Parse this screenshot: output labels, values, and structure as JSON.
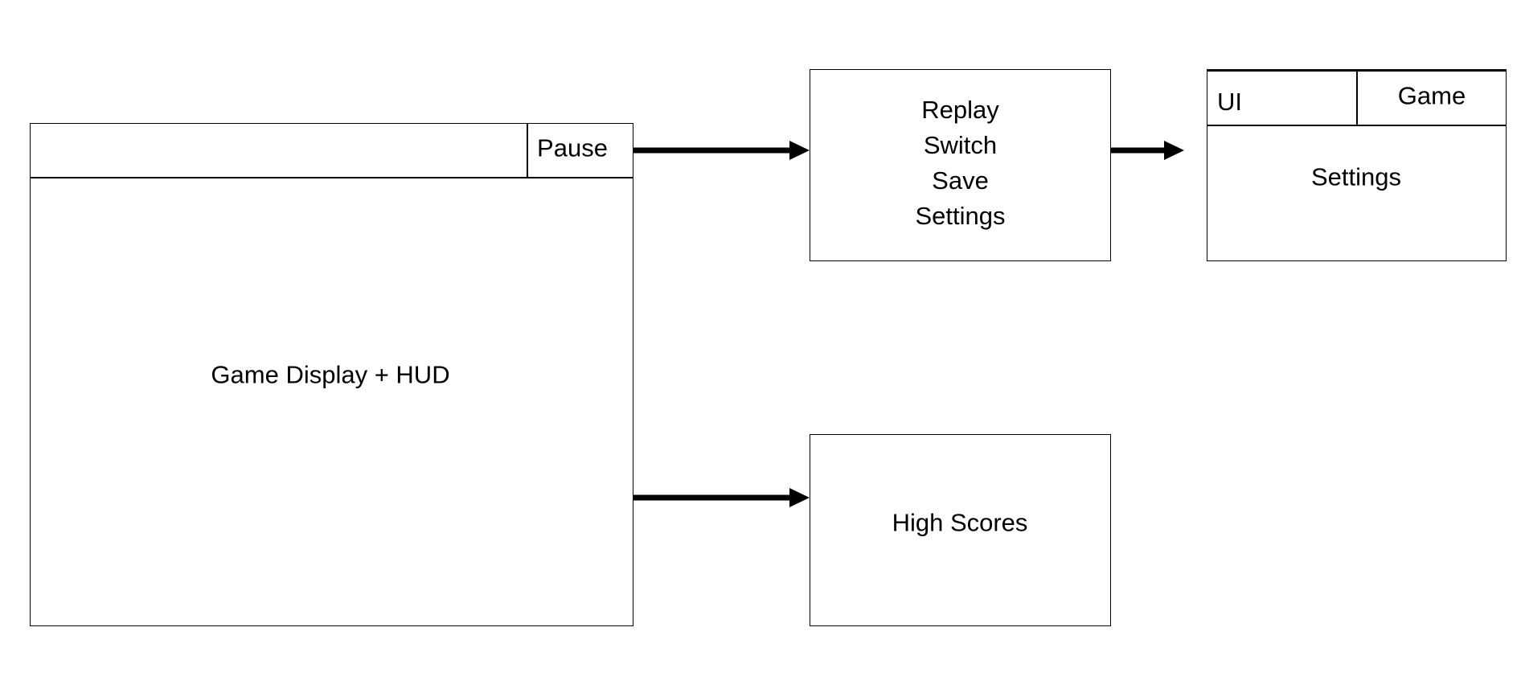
{
  "game_screen": {
    "pause_label": "Pause",
    "display_label": "Game Display + HUD"
  },
  "pause_menu": {
    "items": [
      "Replay",
      "Switch",
      "Save",
      "Settings"
    ]
  },
  "settings_screen": {
    "tabs": [
      "UI",
      "Game"
    ],
    "body_label": "Settings"
  },
  "high_scores": {
    "label": "High Scores"
  },
  "arrows": [
    {
      "from": "pause-button",
      "to": "pause-menu"
    },
    {
      "from": "pause-menu",
      "to": "settings-screen"
    },
    {
      "from": "game-screen",
      "to": "high-scores-screen"
    }
  ],
  "colors": {
    "stroke": "#000000",
    "background": "#ffffff"
  }
}
